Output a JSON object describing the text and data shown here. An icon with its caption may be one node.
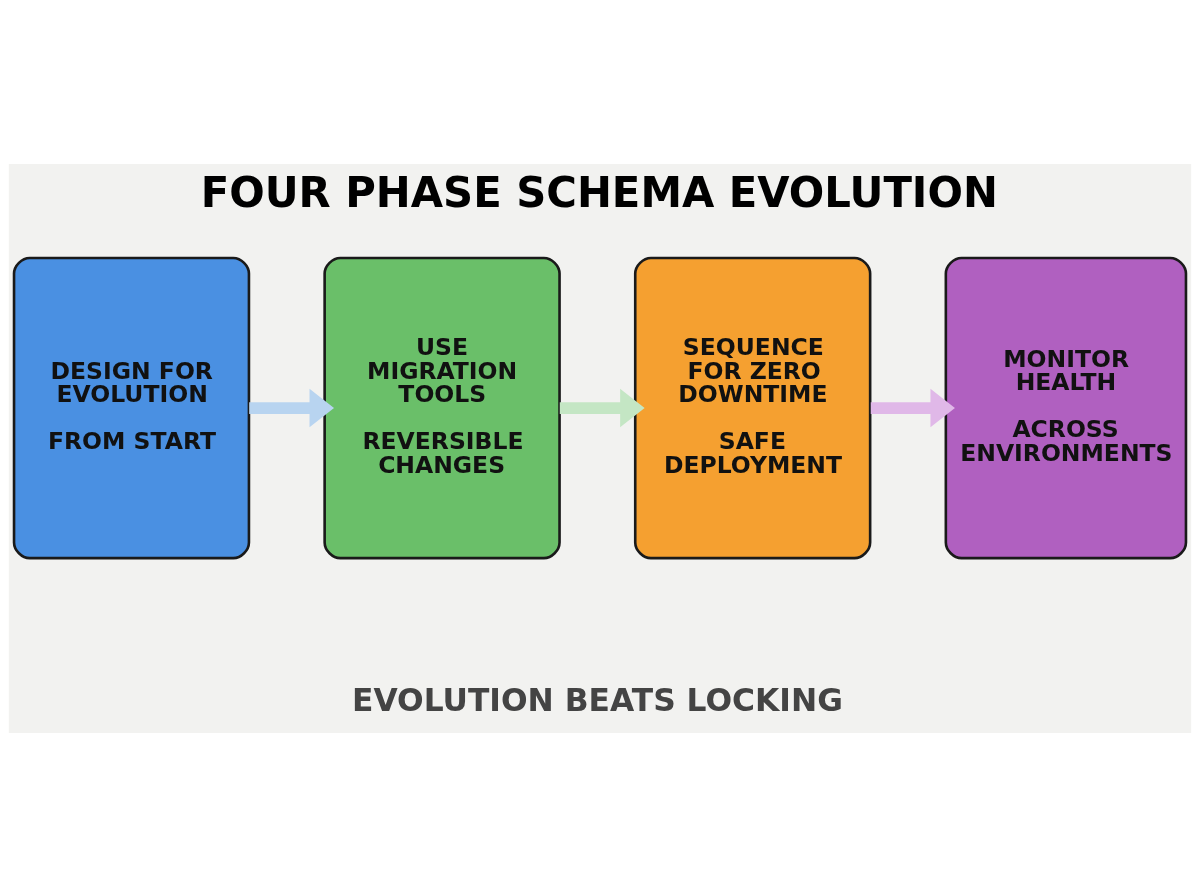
{
  "diagram": {
    "title": "FOUR PHASE SCHEMA EVOLUTION",
    "caption": "EVOLUTION BEATS LOCKING",
    "nodes": [
      {
        "text": [
          "DESIGN FOR EVOLUTION",
          "FROM START"
        ]
      },
      {
        "text": [
          "USE MIGRATION TOOLS",
          "REVERSIBLE CHANGES"
        ]
      },
      {
        "text": [
          "SEQUENCE FOR ZERO DOWNTIME",
          "SAFE DEPLOYMENT"
        ]
      },
      {
        "text": [
          "MONITOR HEALTH",
          "ACROSS ENVIRONMENTS"
        ]
      }
    ],
    "edges": [
      {
        "from": 0,
        "to": 1,
        "arrow": "to",
        "color": "#b8d4f0"
      },
      {
        "from": 1,
        "to": 2,
        "arrow": "to",
        "color": "#c4e6c4"
      },
      {
        "from": 2,
        "to": 3,
        "arrow": "to",
        "color": "#e0b8e8"
      }
    ]
  }
}
